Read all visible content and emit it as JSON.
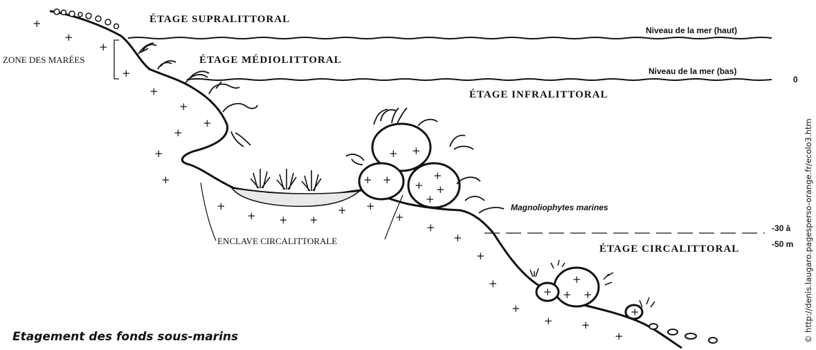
{
  "zones": {
    "supralittoral": "ÉTAGE SUPRALITTORAL",
    "mediolittoral": "ÉTAGE MÉDIOLITTORAL",
    "infralittoral": "ÉTAGE INFRALITTORAL",
    "circalittoral": "ÉTAGE CIRCALITTORAL"
  },
  "tide_zone_label": "ZONE DES MARÉES",
  "sea_levels": {
    "high": "Niveau de la mer (haut)",
    "low": "Niveau de la mer (bas)",
    "zero": "0"
  },
  "depth_labels": {
    "top": "-30 à",
    "bottom": "-50 m"
  },
  "annotations": {
    "magnoliophytes": "Magnoliophytes marines",
    "enclave": "ENCLAVE CIRCALITTORALE"
  },
  "caption": "Etagement des fonds sous-marins",
  "copyright": "© http://denis.laugaro.pagesperso-orange.fr/ecolo3.htm",
  "plus_symbol": "+"
}
